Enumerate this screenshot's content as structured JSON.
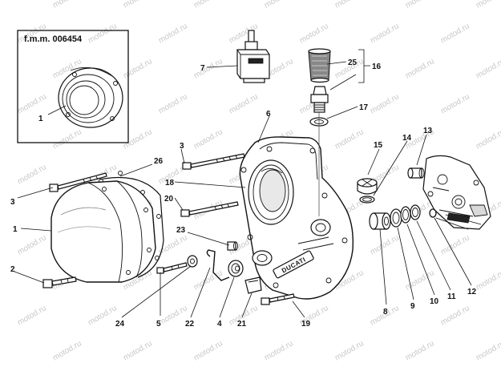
{
  "inset": {
    "title": "f.m.m. 006454",
    "part_label": "1"
  },
  "brand_text": "DUCATI",
  "watermark_text": "motod.ru",
  "labels": {
    "l7": "7",
    "l25": "25",
    "l16": "16",
    "l17": "17",
    "l6": "6",
    "l13": "13",
    "l14": "14",
    "l15": "15",
    "l3a": "3",
    "l26": "26",
    "l18": "18",
    "l3b": "3",
    "l20": "20",
    "l1": "1",
    "l2": "2",
    "l23": "23",
    "l24": "24",
    "l5": "5",
    "l22": "22",
    "l4": "4",
    "l21": "21",
    "l19": "19",
    "l8": "8",
    "l9": "9",
    "l10": "10",
    "l11": "11",
    "l12": "12"
  }
}
